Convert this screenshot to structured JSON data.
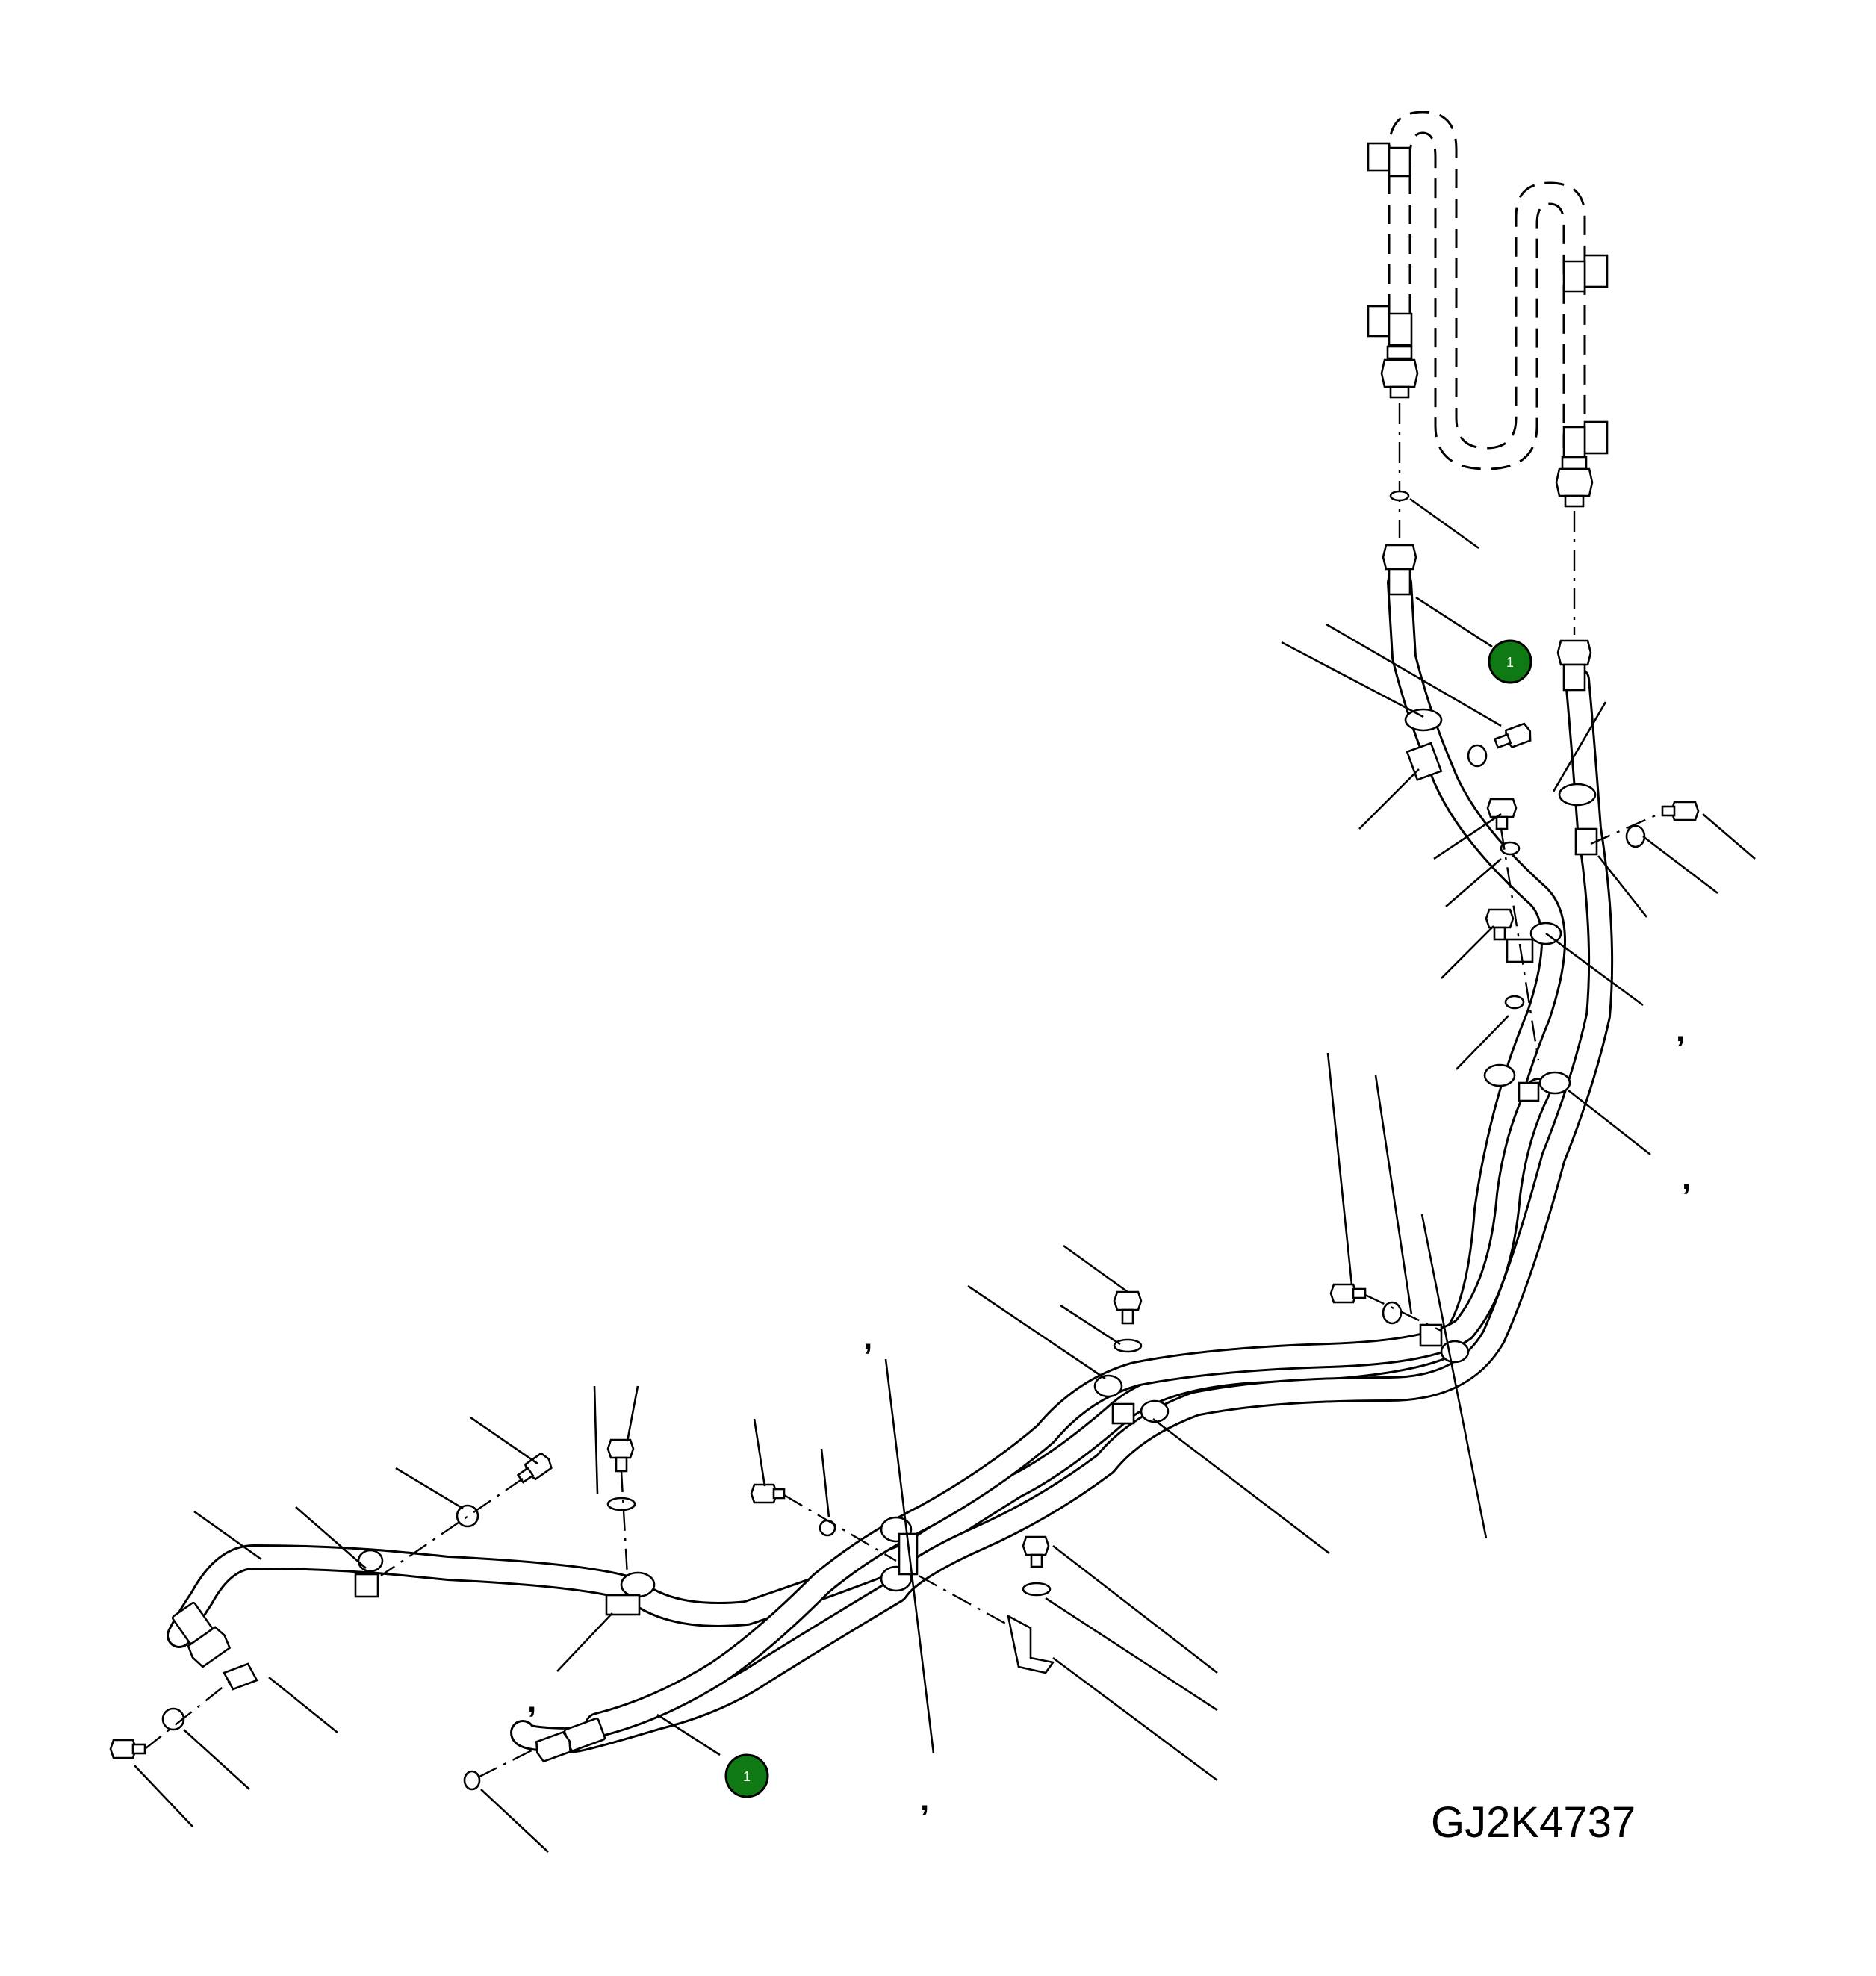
{
  "drawing": {
    "code": "GJ2K4737",
    "callouts": [
      {
        "id": "callout-upper",
        "label": "1",
        "color": "#0f7a14"
      },
      {
        "id": "callout-lower",
        "label": "1",
        "color": "#0f7a14"
      }
    ],
    "marks": [
      ",",
      ",",
      ",",
      ",",
      ",",
      ","
    ]
  }
}
